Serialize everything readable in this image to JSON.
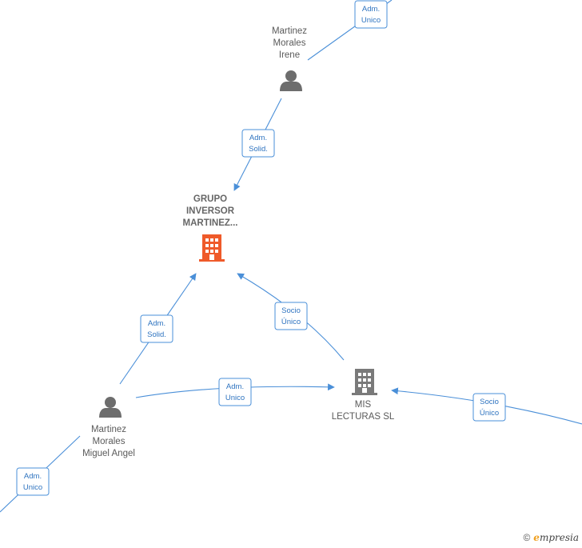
{
  "nodes": {
    "irene": {
      "lines": [
        "Martinez",
        "Morales",
        "Irene"
      ]
    },
    "grupo": {
      "lines": [
        "GRUPO",
        "INVERSOR",
        "MARTINEZ..."
      ]
    },
    "miguel": {
      "lines": [
        "Martinez",
        "Morales",
        "Miguel Angel"
      ]
    },
    "mis": {
      "lines": [
        "MIS",
        "LECTURAS SL"
      ]
    }
  },
  "edges": {
    "top": [
      "Adm.",
      "Unico"
    ],
    "irene_grupo": [
      "Adm.",
      "Solid."
    ],
    "miguel_grupo": [
      "Adm.",
      "Solid."
    ],
    "mis_grupo": [
      "Socio",
      "Único"
    ],
    "miguel_mis": [
      "Adm.",
      "Unico"
    ],
    "right_mis": [
      "Socio",
      "Único"
    ],
    "bottom_left": [
      "Adm.",
      "Unico"
    ]
  },
  "footer": {
    "symbol": "©",
    "brand_initial": "e",
    "brand_rest": "mpresia"
  },
  "colors": {
    "edge": "#4a8fd8",
    "highlight_company": "#ef5a2a",
    "company": "#7a7a7a",
    "person": "#6d6d6d"
  },
  "icons": {
    "person": "person-icon",
    "company": "building-icon"
  }
}
